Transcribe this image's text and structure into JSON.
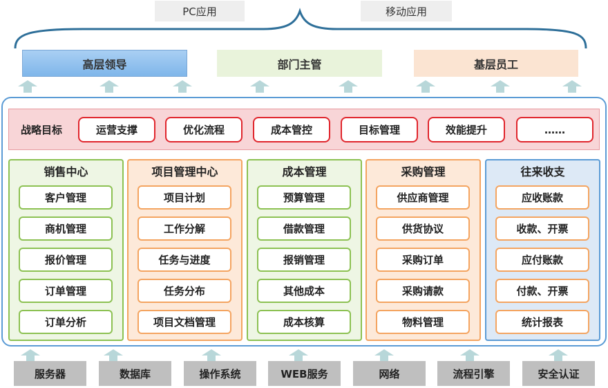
{
  "apps": [
    "PC应用",
    "移动应用"
  ],
  "roles": [
    "高层领导",
    "部门主管",
    "基层员工"
  ],
  "strategy": {
    "label": "战略目标",
    "goals": [
      "运营支撑",
      "优化流程",
      "成本管控",
      "目标管理",
      "效能提升",
      "……"
    ]
  },
  "columns": [
    {
      "title": "销售中心",
      "items": [
        "客户管理",
        "商机管理",
        "报价管理",
        "订单管理",
        "订单分析"
      ]
    },
    {
      "title": "项目管理中心",
      "items": [
        "项目计划",
        "工作分解",
        "任务与进度",
        "任务分布",
        "项目文档管理"
      ]
    },
    {
      "title": "成本管理",
      "items": [
        "预算管理",
        "借款管理",
        "报销管理",
        "其他成本",
        "成本核算"
      ]
    },
    {
      "title": "采购管理",
      "items": [
        "供应商管理",
        "供货协议",
        "采购订单",
        "采购请款",
        "物料管理"
      ]
    },
    {
      "title": "往来收支",
      "items": [
        "应收账款",
        "收款、开票",
        "应付账款",
        "付款、开票",
        "统计报表"
      ]
    }
  ],
  "infrastructure": [
    "服务器",
    "数据库",
    "操作系统",
    "WEB服务",
    "网络",
    "流程引擎",
    "安全认证"
  ],
  "colors": {
    "frame": "#5b9bd5",
    "goal_border": "#e0252c",
    "green": "#8cc152",
    "orange": "#f4a460",
    "arrow": "#b8d7d9"
  }
}
